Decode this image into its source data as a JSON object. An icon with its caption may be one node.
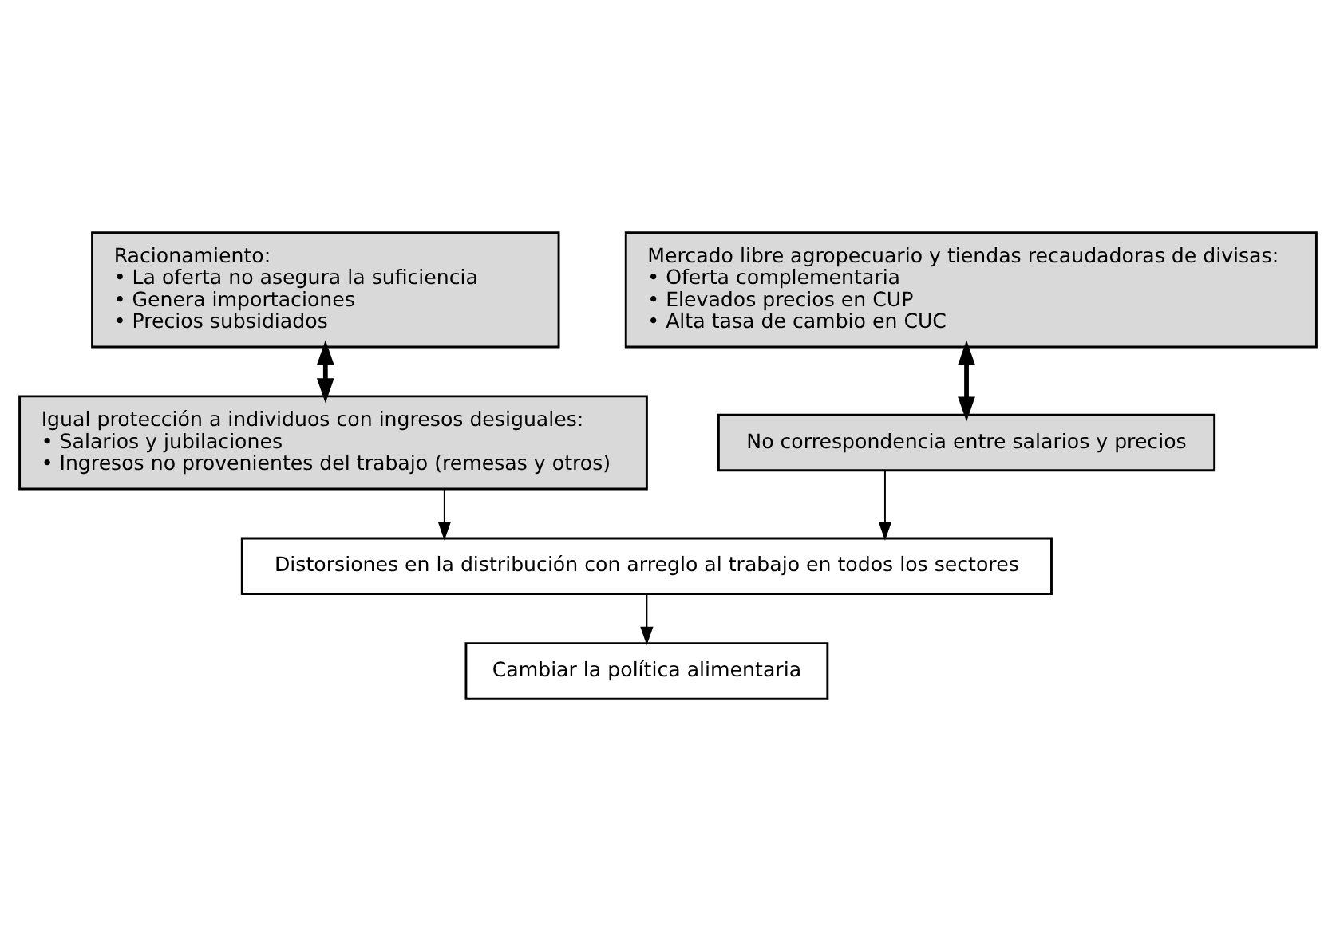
{
  "diagram": {
    "nodes": [
      {
        "text": [
          "Racionamiento:",
          "• La oferta no asegura la suficiencia",
          "• Genera importaciones",
          "• Precios subsidiados"
        ]
      },
      {
        "text": [
          "Mercado libre agropecuario y tiendas recaudadoras de divisas:",
          "• Oferta complementaria",
          "• Elevados precios en CUP",
          "• Alta tasa de cambio en CUC"
        ]
      },
      {
        "text": [
          "Igual protección a individuos con ingresos desiguales:",
          "• Salarios y jubilaciones",
          "• Ingresos no provenientes del trabajo (remesas y otros)"
        ]
      },
      {
        "text": [
          "No correspondencia entre salarios y precios"
        ]
      },
      {
        "text": [
          "Distorsiones en la distribución con arreglo al trabajo en todos los sectores"
        ]
      },
      {
        "text": [
          "Cambiar la política alimentaria"
        ]
      }
    ],
    "edges": [
      {
        "from": 0,
        "to": 2,
        "arrow": "both",
        "style": "thick"
      },
      {
        "from": 1,
        "to": 3,
        "arrow": "both",
        "style": "thick"
      },
      {
        "from": 2,
        "to": 4,
        "arrow": "to"
      },
      {
        "from": 3,
        "to": 4,
        "arrow": "to"
      },
      {
        "from": 4,
        "to": 5,
        "arrow": "to"
      }
    ]
  }
}
